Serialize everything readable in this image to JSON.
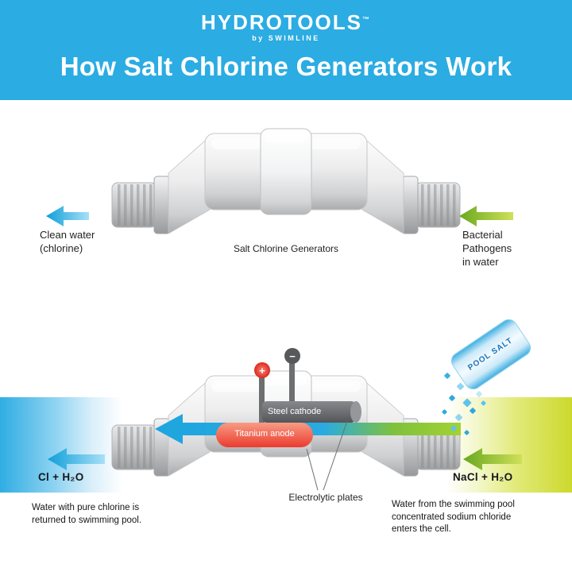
{
  "colors": {
    "header_bg": "#2bace2",
    "cyan_accent": "#29abe2",
    "green_accent": "#8dc63f",
    "anode_red": "#ee4036",
    "cathode_gray": "#58595b"
  },
  "header": {
    "brand": "HYDROTOOLS",
    "trademark": "™",
    "byline": "by SWIMLINE",
    "title": "How Salt Chlorine Generators Work"
  },
  "diagram_flow": {
    "caption": "Salt Chlorine Generators",
    "clean_water_label": "Clean water\n(chlorine)",
    "pathogens_label": "Bacterial\nPathogens\nin water"
  },
  "diagram_cell": {
    "plus_terminal": "+",
    "minus_terminal": "−",
    "steel_cathode_label": "Steel cathode",
    "titanium_anode_label": "Titanium anode",
    "electrolytic_plates_label": "Electrolytic plates",
    "chlorine_formula": "Cl + H₂O",
    "salt_formula": "NaCl + H₂O",
    "left_caption": "Water with pure chlorine is\nreturned to swimming pool.",
    "right_caption": "Water from the swimming pool\nconcentrated  sodium chloride\nenters the cell.",
    "salt_bag_label": "POOL SALT"
  }
}
